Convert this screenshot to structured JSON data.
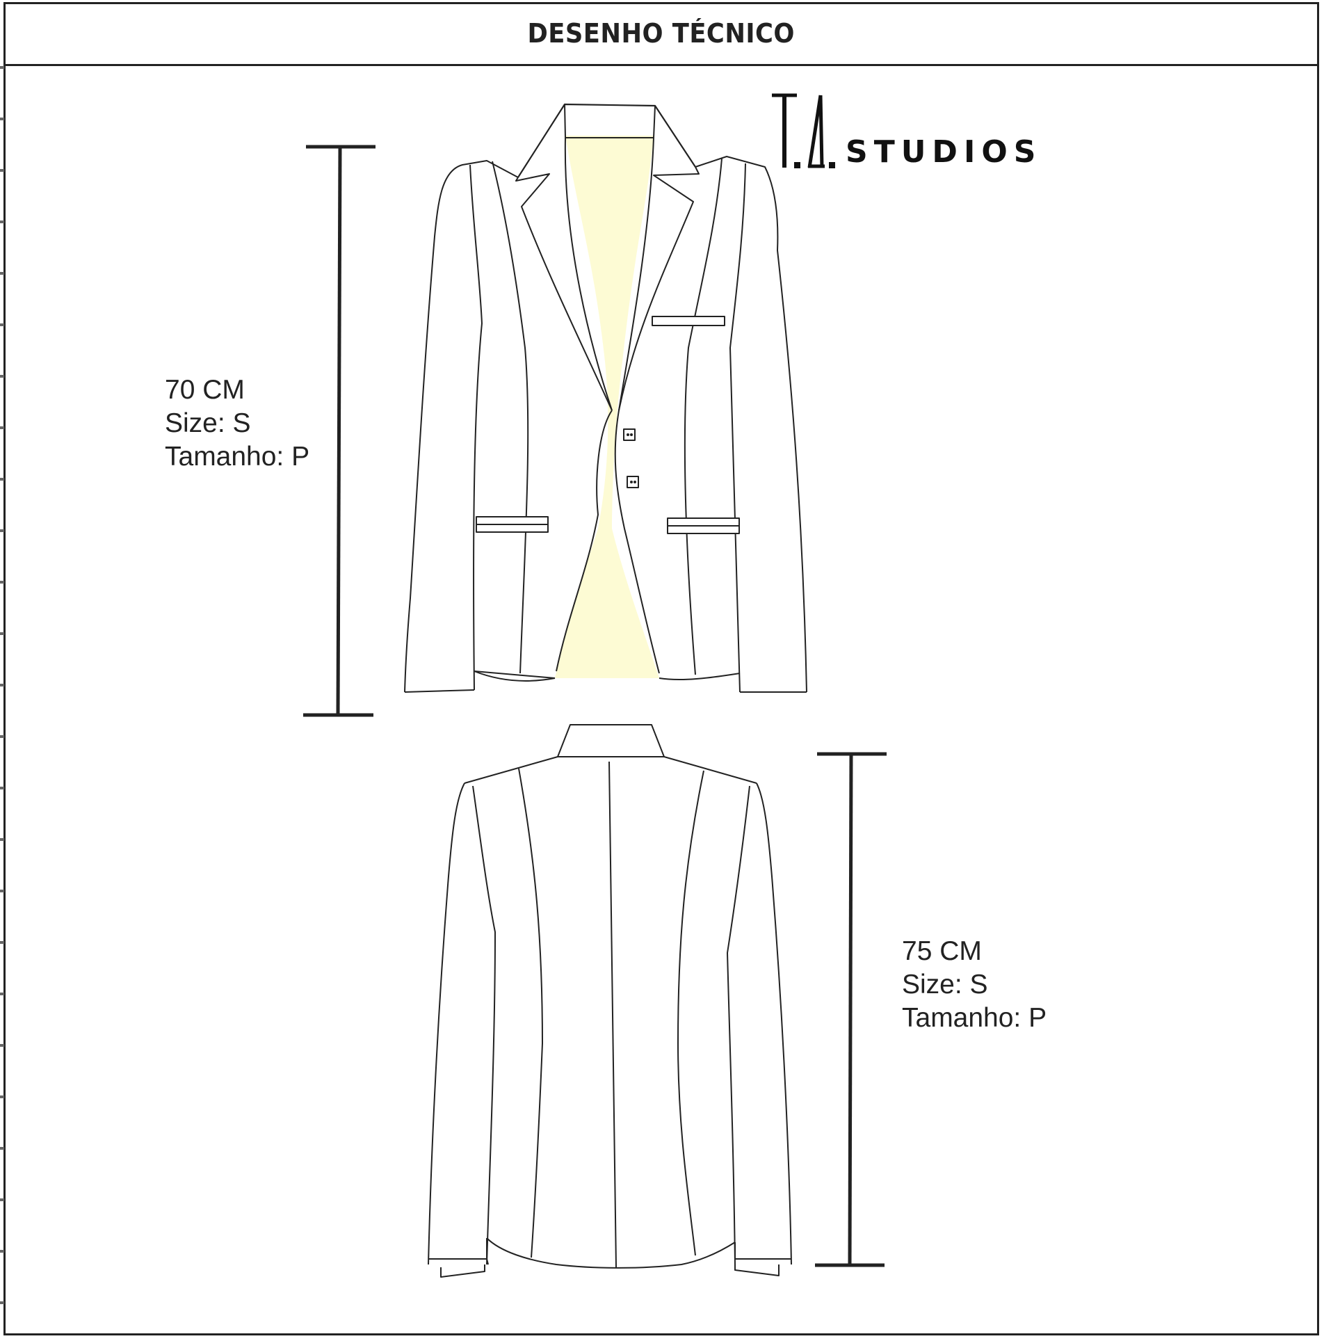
{
  "header": {
    "title": "DESENHO TÉCNICO"
  },
  "brand": {
    "mark": "T.Δ.",
    "name": "STUDIOS"
  },
  "front": {
    "length": "70 CM",
    "size": "Size: S",
    "tamanho": "Tamanho: P"
  },
  "back": {
    "length": "75 CM",
    "size": "Size: S",
    "tamanho": "Tamanho: P"
  },
  "colors": {
    "lining": "#fdfbd4",
    "line": "#222222"
  },
  "icons": {
    "front": "blazer-front-icon",
    "back": "blazer-back-icon"
  }
}
